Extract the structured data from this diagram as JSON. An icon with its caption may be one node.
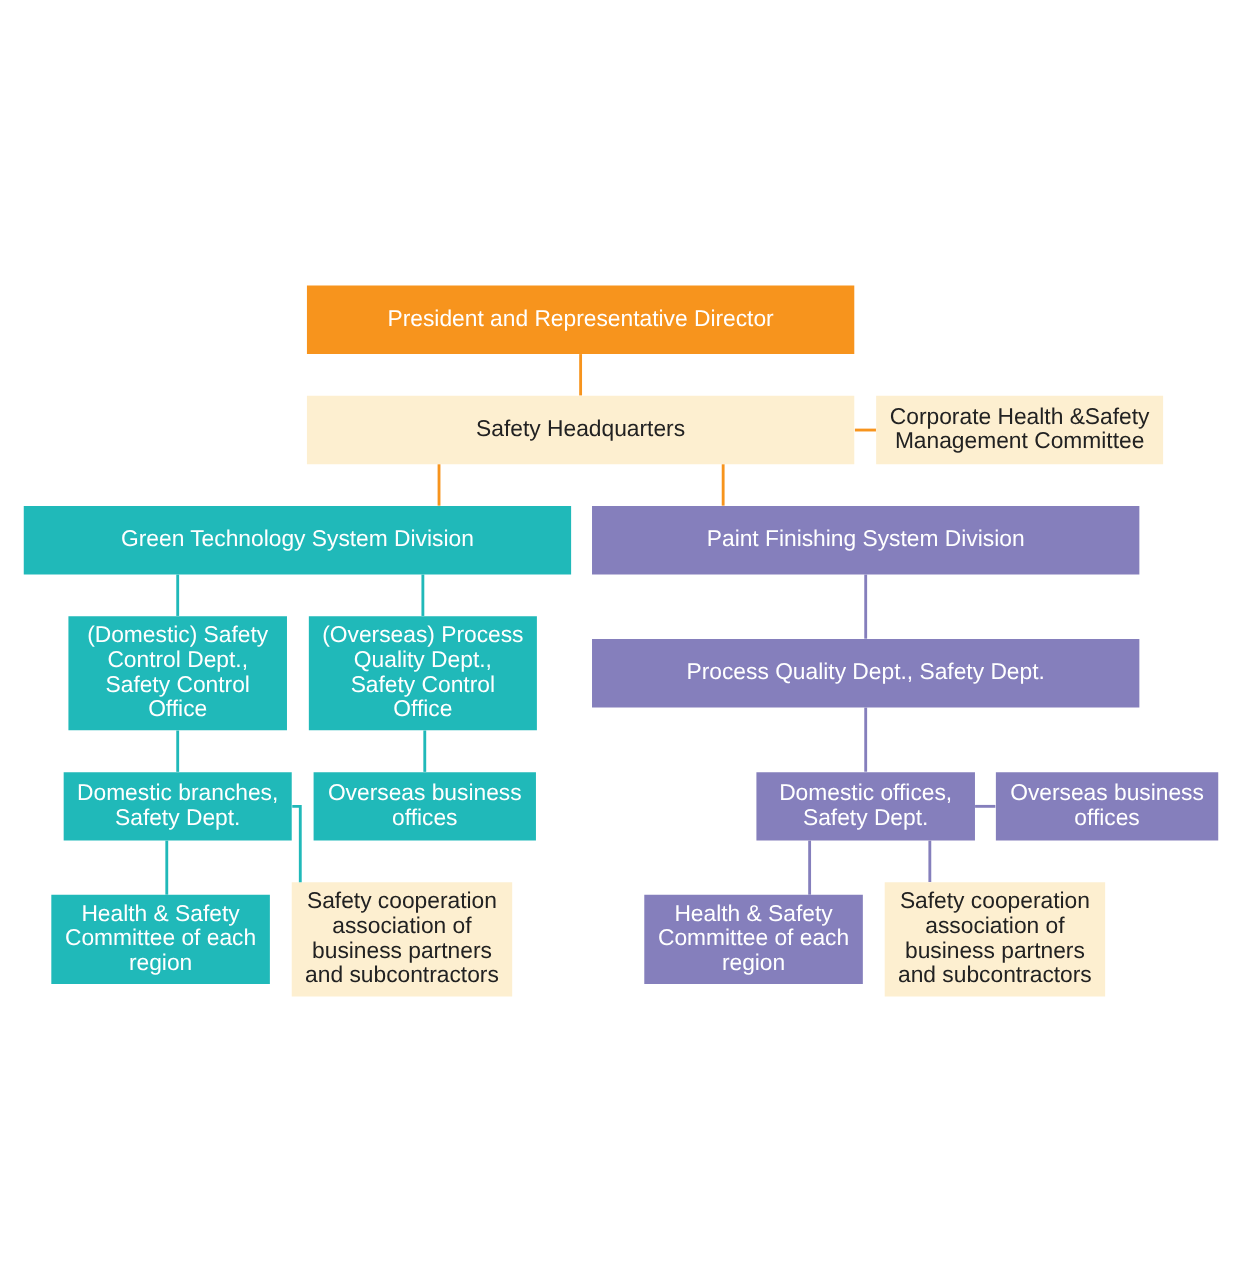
{
  "diagram": {
    "nodes": [
      {
        "text": [
          "President and Representative Director"
        ]
      },
      {
        "text": [
          "Safety Headquarters"
        ]
      },
      {
        "text": [
          "Corporate Health &Safety Management Committee"
        ]
      },
      {
        "text": [
          "Green Technology System Division"
        ]
      },
      {
        "text": [
          "Paint Finishing System Division"
        ]
      },
      {
        "text": [
          "(Domestic) Safety Control Dept., Safety Control Office"
        ]
      },
      {
        "text": [
          "(Overseas) Process Quality Dept., Safety Control Office"
        ]
      },
      {
        "text": [
          "Domestic branches, Safety Dept."
        ]
      },
      {
        "text": [
          "Overseas business offices"
        ]
      },
      {
        "text": [
          "Health & Safety Committee of each region"
        ]
      },
      {
        "text": [
          "Safety cooperation association of business partners and subcontractors"
        ]
      },
      {
        "text": [
          "Process Quality Dept., Safety Dept."
        ]
      },
      {
        "text": [
          "Domestic offices, Safety Dept."
        ]
      },
      {
        "text": [
          "Overseas business offices"
        ]
      },
      {
        "text": [
          "Health & Safety Committee of each region"
        ]
      },
      {
        "text": [
          "Safety cooperation association of business partners and subcontractors"
        ]
      }
    ],
    "edges": [
      {
        "from": 0,
        "to": 1,
        "arrow": "none",
        "color": "#f7941d"
      },
      {
        "from": 1,
        "to": 2,
        "arrow": "none",
        "color": "#f7941d"
      },
      {
        "from": 1,
        "to": 3,
        "arrow": "none",
        "color": "#f7941d"
      },
      {
        "from": 1,
        "to": 4,
        "arrow": "none",
        "color": "#f7941d"
      },
      {
        "from": 3,
        "to": 5,
        "arrow": "none"
      },
      {
        "from": 3,
        "to": 6,
        "arrow": "none"
      },
      {
        "from": 5,
        "to": 7,
        "arrow": "none"
      },
      {
        "from": 6,
        "to": 8,
        "arrow": "none"
      },
      {
        "from": 7,
        "to": 9,
        "arrow": "none"
      },
      {
        "from": 7,
        "to": 10,
        "arrow": "none"
      },
      {
        "from": 4,
        "to": 11,
        "arrow": "none",
        "color": "#857fbc"
      },
      {
        "from": 11,
        "to": 12,
        "arrow": "none",
        "color": "#857fbc"
      },
      {
        "from": 12,
        "to": 13,
        "arrow": "none",
        "color": "#857fbc"
      },
      {
        "from": 12,
        "to": 14,
        "arrow": "none",
        "color": "#857fbc"
      },
      {
        "from": 12,
        "to": 15,
        "arrow": "none",
        "color": "#857fbc"
      }
    ]
  }
}
